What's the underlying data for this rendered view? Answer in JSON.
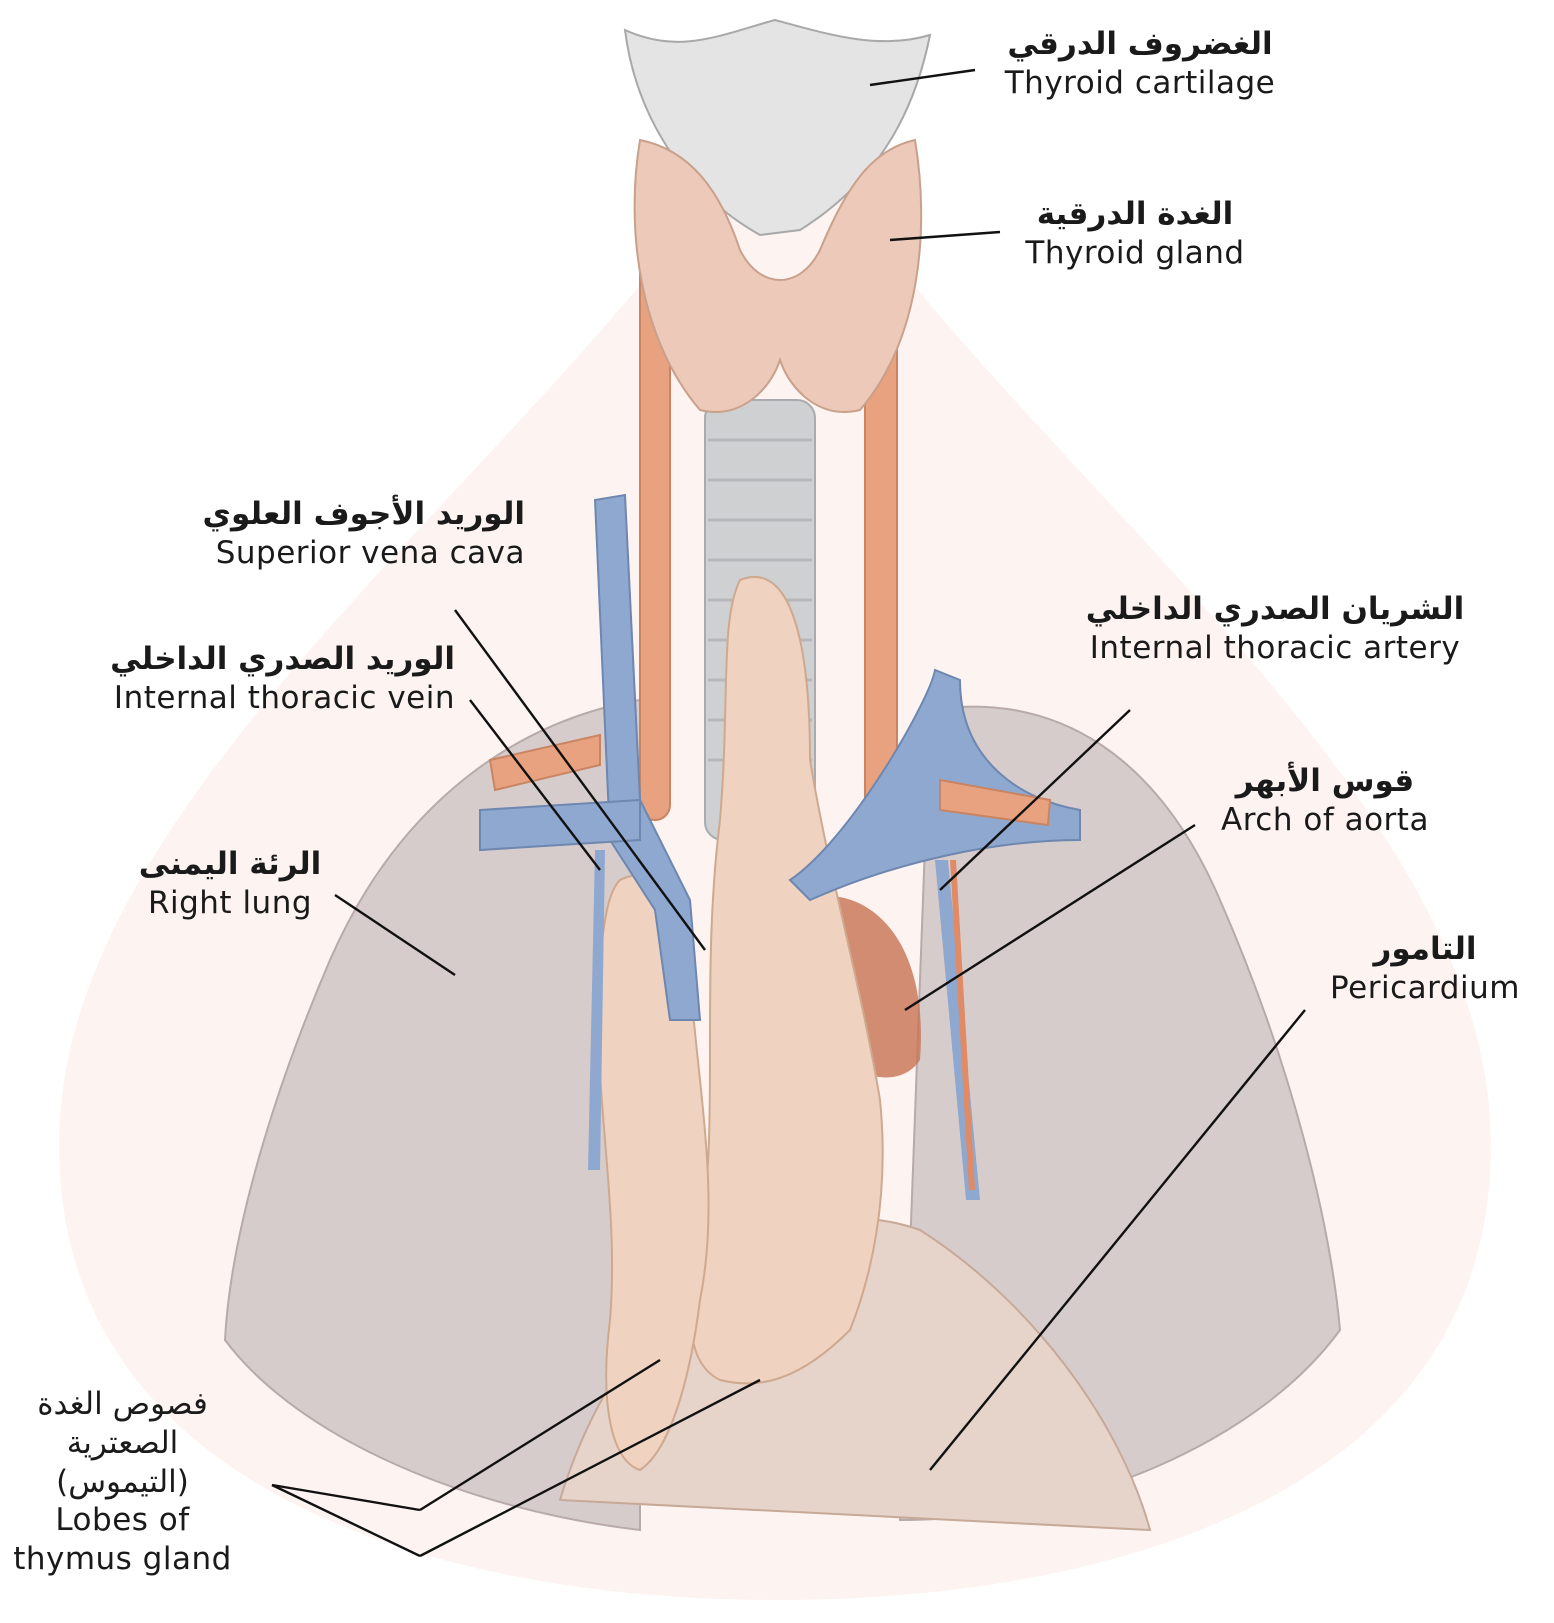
{
  "diagram": {
    "labels": {
      "thyroid_cartilage": {
        "ar": "الغضروف الدرقي",
        "en": "Thyroid cartilage"
      },
      "thyroid_gland": {
        "ar": "الغدة الدرقية",
        "en": "Thyroid gland"
      },
      "superior_vena_cava": {
        "ar": "الوريد الأجوف العلوي",
        "en": "Superior vena cava"
      },
      "internal_thoracic_artery": {
        "ar": "الشريان الصدري الداخلي",
        "en": "Internal thoracic artery"
      },
      "internal_thoracic_vein": {
        "ar": "الوريد الصدري الداخلي",
        "en": "Internal thoracic vein"
      },
      "arch_of_aorta": {
        "ar": "قوس الأبهر",
        "en": "Arch of aorta"
      },
      "right_lung": {
        "ar": "الرئة اليمنى",
        "en": "Right lung"
      },
      "pericardium": {
        "ar": "التامور",
        "en": "Pericardium"
      },
      "thymus_lobes": {
        "ar_line1": "فصوص الغدة",
        "ar_line2": "الصعترية",
        "ar_line3": "(التيموس)",
        "en_line1": "Lobes of",
        "en_line2": "thymus gland"
      }
    },
    "colors": {
      "lung": "#d9cfcf",
      "thymus": "#efd2bf",
      "vein": "#8fa8cf",
      "artery": "#e8a27f",
      "trachea": "#cfd0d2",
      "cartilage": "#e2e2e2",
      "pericardium": "#d08a6c",
      "leader_line": "#111111"
    }
  }
}
